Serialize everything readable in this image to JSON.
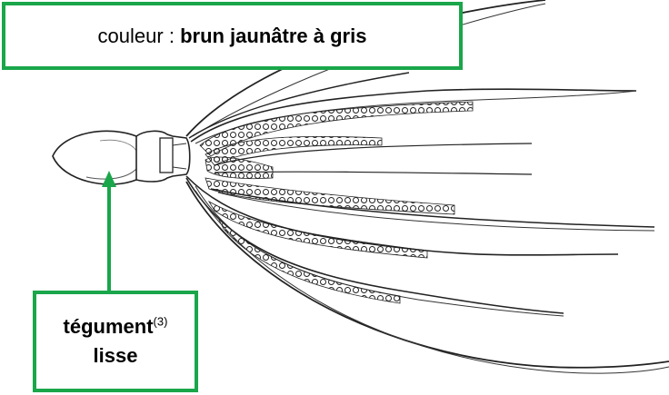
{
  "labels": {
    "color": {
      "prefix": "couleur : ",
      "value": "brun jaunâtre à gris"
    },
    "skin": {
      "term": "tégument",
      "note": "(3)",
      "term2": "lisse"
    }
  },
  "colors": {
    "box_border": "#1aa64a",
    "drawing_ink": "#1a1a1a"
  }
}
